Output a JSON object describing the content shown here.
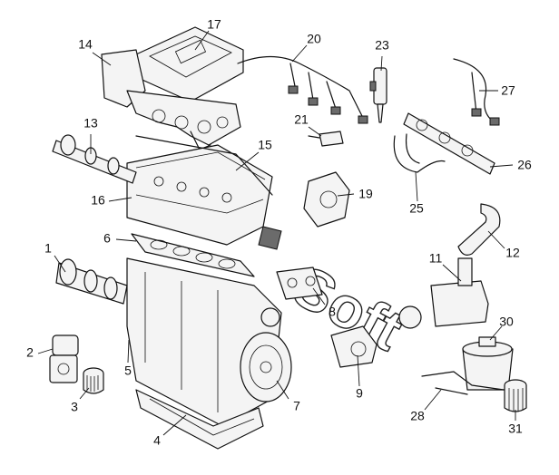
{
  "figure": {
    "watermark": "Soft",
    "stroke_color": "#111111",
    "background": "#ffffff",
    "callouts": [
      {
        "id": "c1",
        "label": "1"
      },
      {
        "id": "c2",
        "label": "2"
      },
      {
        "id": "c3",
        "label": "3"
      },
      {
        "id": "c4",
        "label": "4"
      },
      {
        "id": "c5",
        "label": "5"
      },
      {
        "id": "c6",
        "label": "6"
      },
      {
        "id": "c7",
        "label": "7"
      },
      {
        "id": "c8",
        "label": "8"
      },
      {
        "id": "c9",
        "label": "9"
      },
      {
        "id": "c11",
        "label": "11"
      },
      {
        "id": "c12",
        "label": "12"
      },
      {
        "id": "c13",
        "label": "13"
      },
      {
        "id": "c14",
        "label": "14"
      },
      {
        "id": "c15",
        "label": "15"
      },
      {
        "id": "c16",
        "label": "16"
      },
      {
        "id": "c17",
        "label": "17"
      },
      {
        "id": "c19",
        "label": "19"
      },
      {
        "id": "c20",
        "label": "20"
      },
      {
        "id": "c21",
        "label": "21"
      },
      {
        "id": "c23",
        "label": "23"
      },
      {
        "id": "c25",
        "label": "25"
      },
      {
        "id": "c26",
        "label": "26"
      },
      {
        "id": "c27",
        "label": "27"
      },
      {
        "id": "c28",
        "label": "28"
      },
      {
        "id": "c30",
        "label": "30"
      },
      {
        "id": "c31",
        "label": "31"
      }
    ]
  }
}
